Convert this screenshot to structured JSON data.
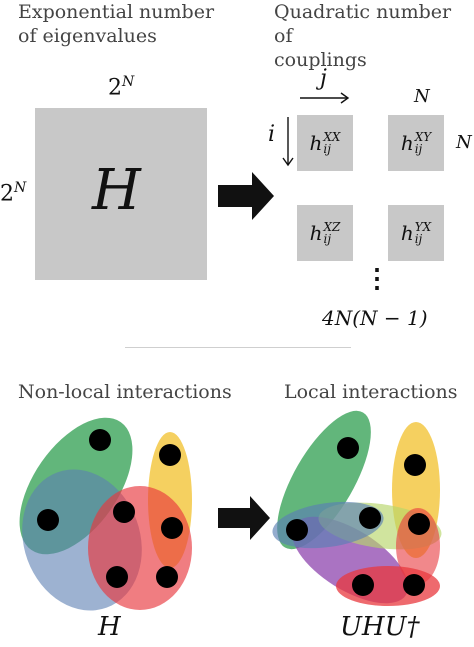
{
  "top_left_caption": [
    "Exponential number",
    "of eigenvalues"
  ],
  "top_right_caption": [
    "Quadratic number of",
    "couplings"
  ],
  "matrix": {
    "label": "H",
    "top_dim_base": "2",
    "top_dim_exp": "N",
    "left_dim_base": "2",
    "left_dim_exp": "N"
  },
  "couplings": {
    "j_label": "j",
    "i_label": "i",
    "n_top": "N",
    "n_right": "N",
    "tiles": [
      {
        "base": "h",
        "sup": "XX",
        "sub": "ij"
      },
      {
        "base": "h",
        "sup": "XY",
        "sub": "ij"
      },
      {
        "base": "h",
        "sup": "XZ",
        "sub": "ij"
      },
      {
        "base": "h",
        "sup": "YX",
        "sub": "ij"
      }
    ],
    "dots": "⋮",
    "count": "4N(N − 1)"
  },
  "bottom_left_caption": "Non-local interactions",
  "bottom_right_caption": "Local interactions",
  "bottom_left_label": "H",
  "bottom_right_label": "UHU†",
  "colors": {
    "green": "#2e9e4f",
    "yellow": "#f2c438",
    "blue": "#5b7fb3",
    "red": "#e8383d",
    "purple": "#8e44ad",
    "gray": "#c8c8c8"
  }
}
